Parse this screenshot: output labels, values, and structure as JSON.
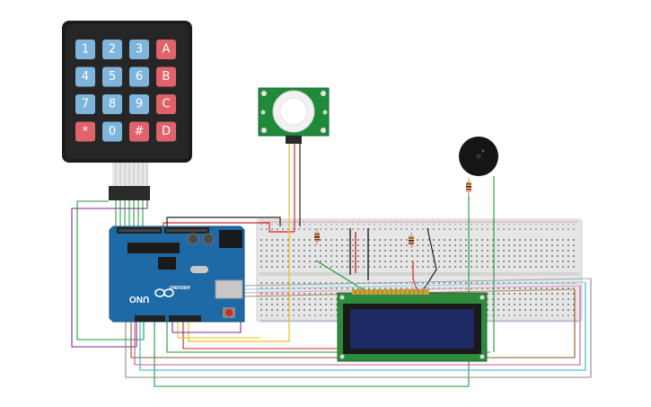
{
  "keypad": {
    "keys": [
      {
        "label": "1",
        "kind": "digit"
      },
      {
        "label": "2",
        "kind": "digit"
      },
      {
        "label": "3",
        "kind": "digit"
      },
      {
        "label": "A",
        "kind": "func"
      },
      {
        "label": "4",
        "kind": "digit"
      },
      {
        "label": "5",
        "kind": "digit"
      },
      {
        "label": "6",
        "kind": "digit"
      },
      {
        "label": "B",
        "kind": "func"
      },
      {
        "label": "7",
        "kind": "digit"
      },
      {
        "label": "8",
        "kind": "digit"
      },
      {
        "label": "9",
        "kind": "digit"
      },
      {
        "label": "C",
        "kind": "func"
      },
      {
        "label": "*",
        "kind": "func"
      },
      {
        "label": "0",
        "kind": "digit"
      },
      {
        "label": "#",
        "kind": "func"
      },
      {
        "label": "D",
        "kind": "func"
      }
    ]
  },
  "arduino": {
    "logo": "UNO",
    "brand": "ARDUINO"
  },
  "colors": {
    "digit_key": "#7fb4dc",
    "func_key": "#e0626a",
    "arduino_board": "#1e6aa6",
    "pir_board": "#1f8a3a",
    "lcd_board": "#2e8a3c",
    "lcd_screen": "#1d2a63",
    "breadboard": "#e2e2e2",
    "buzzer": "#151515"
  },
  "icons": {
    "keypad": "matrix-keypad-icon",
    "pir": "pir-motion-sensor-icon",
    "buzzer": "piezo-buzzer-icon",
    "lcd": "lcd-16x2-icon",
    "resistor": "resistor-icon"
  }
}
